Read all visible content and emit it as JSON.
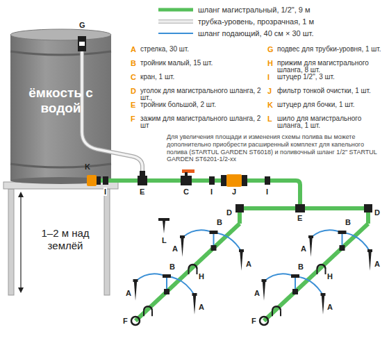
{
  "diagram": {
    "nodes": [
      {
        "text": [
          "ёмкость с водой"
        ]
      }
    ],
    "labels": [
      "A",
      "стрелка, 30 шт.",
      "B",
      "тройник малый, 15 шт.",
      "C",
      "кран, 1 шт.",
      "D",
      "уголок для магистрального шланга, 2 шт.,",
      "E",
      "тройник большой, 2 шт.",
      "F",
      "зажим для магистрального шланга, 2 шт",
      "G",
      "подвес для трубки-уровня, 1 шт.",
      "H",
      "прижим для магистрального шланга, 8 шт.",
      "I",
      "штуцер 1/2\", 3 шт.",
      "J",
      "фильтр тонкой очистки, 1 шт.",
      "K",
      "штуцер для бочки, 1 шт.",
      "L",
      "шило для магистрального шланга, 1 шт.",
      "Для увеличения площади и изменения схемы полива вы можете дополнительно приобрести расширенный комплект для капельного полива (STARTUL GARDEN ST6018) и поливочный шланг 1/2\" STARTUL GARDEN ST6201-1/2-xx",
      "1–2 м над землёй",
      "G",
      "K",
      "I",
      "E",
      "C",
      "I",
      "J",
      "I",
      "L",
      "D",
      "E",
      "D",
      "B",
      "A",
      "A",
      "H",
      "B",
      "A",
      "A",
      "F",
      "B",
      "A",
      "A",
      "H",
      "B",
      "A",
      "A",
      "F"
    ],
    "legend": [
      {
        "text": "шланг магистральный, 1/2\", 9 м"
      },
      {
        "text": "трубка-уровень, прозрачная, 1 м"
      },
      {
        "text": "шланг подающий, 40 см × 30 шт."
      }
    ]
  }
}
